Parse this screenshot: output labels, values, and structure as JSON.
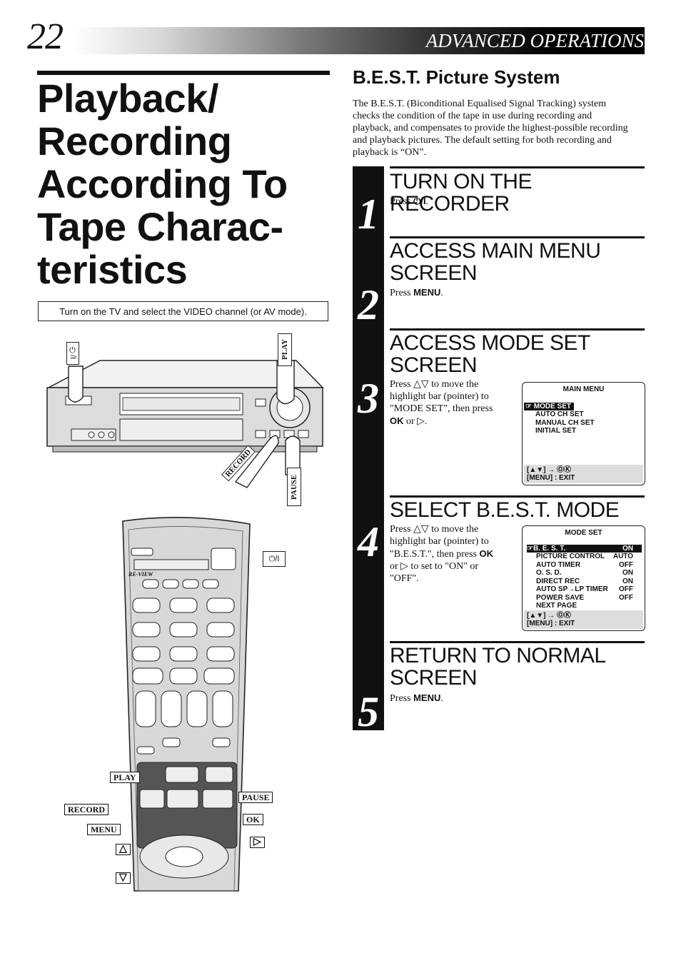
{
  "header": {
    "page_number": "22",
    "section": "ADVANCED OPERATIONS"
  },
  "title": {
    "lines": [
      "Playback/",
      "Recording",
      "According To",
      "Tape Charac-",
      "teristics"
    ]
  },
  "note": "Turn on the TV and select the VIDEO channel (or AV mode).",
  "best": {
    "heading": "B.E.S.T. Picture System",
    "description": "The B.E.S.T. (Biconditional Equalised Signal Tracking) system checks the condition of the tape in use during recording and playback, and compensates to provide the highest-possible recording and playback pictures. The default setting for both recording and playback is “ON”."
  },
  "steps": [
    {
      "number": "1",
      "heading": [
        "TURN ON THE RECORDER"
      ],
      "text_pre": "Press ",
      "text_key": "⏻/I",
      "text_post": "."
    },
    {
      "number": "2",
      "heading": [
        "ACCESS MAIN MENU",
        "SCREEN"
      ],
      "text_pre": "Press ",
      "text_key": "MENU",
      "text_post": "."
    },
    {
      "number": "3",
      "heading": [
        "ACCESS MODE SET",
        "SCREEN"
      ],
      "text_lines": [
        "Press △▽ to move the",
        "highlight bar (pointer) to",
        "\"MODE SET\", then press"
      ],
      "text_last_key": "OK",
      "text_last_post": " or ▷."
    },
    {
      "number": "4",
      "heading": [
        "SELECT B.E.S.T. MODE"
      ],
      "text_lines": [
        "Press △▽ to move the",
        "highlight bar (pointer) to",
        "\"B.E.S.T.\", then press"
      ],
      "text_key": "OK",
      "text_tail": [
        "or ▷ to set to \"ON\" or",
        "\"OFF\"."
      ]
    },
    {
      "number": "5",
      "heading": [
        "RETURN TO NORMAL",
        "SCREEN"
      ],
      "text_pre": "Press ",
      "text_key": "MENU",
      "text_post": "."
    }
  ],
  "main_menu": {
    "title": "MAIN MENU",
    "items": [
      "MODE SET",
      "AUTO CH SET",
      "MANUAL CH SET",
      "INITIAL SET"
    ],
    "footer": [
      "[▲▼] → ⓄⓀ",
      "[MENU] : EXIT"
    ]
  },
  "mode_set": {
    "title": "MODE SET",
    "rows": [
      {
        "label": "B. E. S. T.",
        "value": "ON"
      },
      {
        "label": "PICTURE CONTROL",
        "value": "AUTO"
      },
      {
        "label": "AUTO TIMER",
        "value": "OFF"
      },
      {
        "label": "O. S. D.",
        "value": "ON"
      },
      {
        "label": "DIRECT REC",
        "value": "ON"
      },
      {
        "label": "AUTO SP→LP TIMER",
        "value": "OFF"
      },
      {
        "label": "POWER SAVE",
        "value": "OFF"
      },
      {
        "label": "NEXT PAGE",
        "value": ""
      }
    ],
    "footer": [
      "[▲▼] → ⓄⓀ",
      "[MENU] : EXIT"
    ]
  },
  "vcr_labels": {
    "power": "⏻/I",
    "play": "PLAY",
    "record": "RECORD",
    "pause": "PAUSE"
  },
  "remote_labels": {
    "power": "⏻/I",
    "review": "RE-VIEW",
    "play": "PLAY",
    "pause": "PAUSE",
    "record": "RECORD",
    "ok": "OK",
    "menu": "MENU",
    "up": "△",
    "right": "▷",
    "down": "▽"
  }
}
